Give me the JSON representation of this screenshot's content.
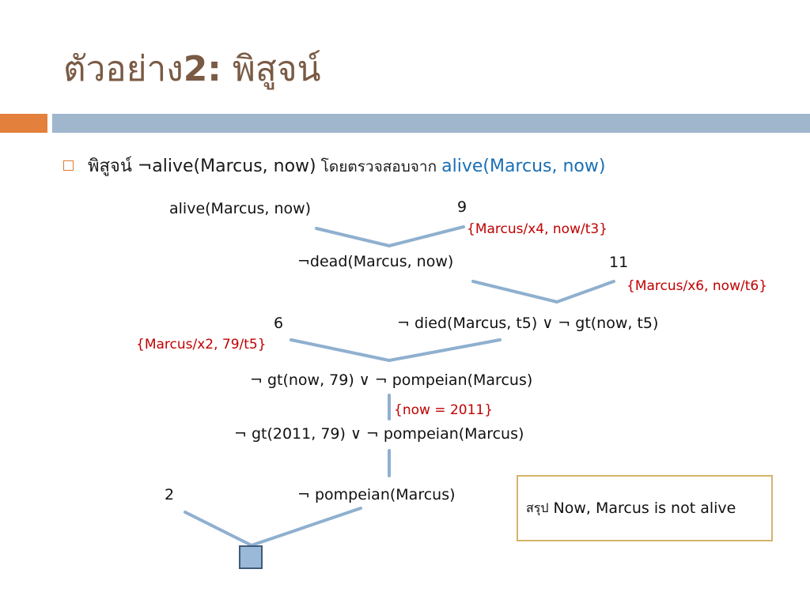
{
  "title": {
    "text_thai": "ตัวอย่าง",
    "number": "2:",
    "text_thai2": " พิสูจน์"
  },
  "bullet": {
    "prefix": "พิสูจน์ ",
    "neg": "¬",
    "goal": "alive(Marcus, now)",
    "middle": " โดยตรวจสอบจาก ",
    "blue_goal": "alive(Marcus, now)"
  },
  "nodes": {
    "n1": "alive(Marcus, now)",
    "n2": "¬dead(Marcus, now)",
    "n3": "¬ died(Marcus, t5) ∨ ¬ gt(now, t5)",
    "n4": "¬ gt(now, 79) ∨ ¬ pompeian(Marcus)",
    "n5": "¬ gt(2011, 79) ∨ ¬ pompeian(Marcus)",
    "n6": "¬ pompeian(Marcus)"
  },
  "clause_numbers": {
    "c9": "9",
    "c11": "11",
    "c6": "6",
    "c2": "2"
  },
  "substitutions": {
    "s1": "{Marcus/x4, now/t3}",
    "s2": "{Marcus/x6, now/t6}",
    "s3": "{Marcus/x2, 79/t5}",
    "s4": "{now = 2011}"
  },
  "conclusion": {
    "label": "สรุป",
    "text": "Now, Marcus is not alive"
  },
  "colors": {
    "title": "#7a5a44",
    "accent_orange": "#e2803c",
    "band_blue": "#9fb6cd",
    "link_blue": "#1a6fb4",
    "sub_red": "#c00000",
    "line": "#8fb0cf"
  }
}
